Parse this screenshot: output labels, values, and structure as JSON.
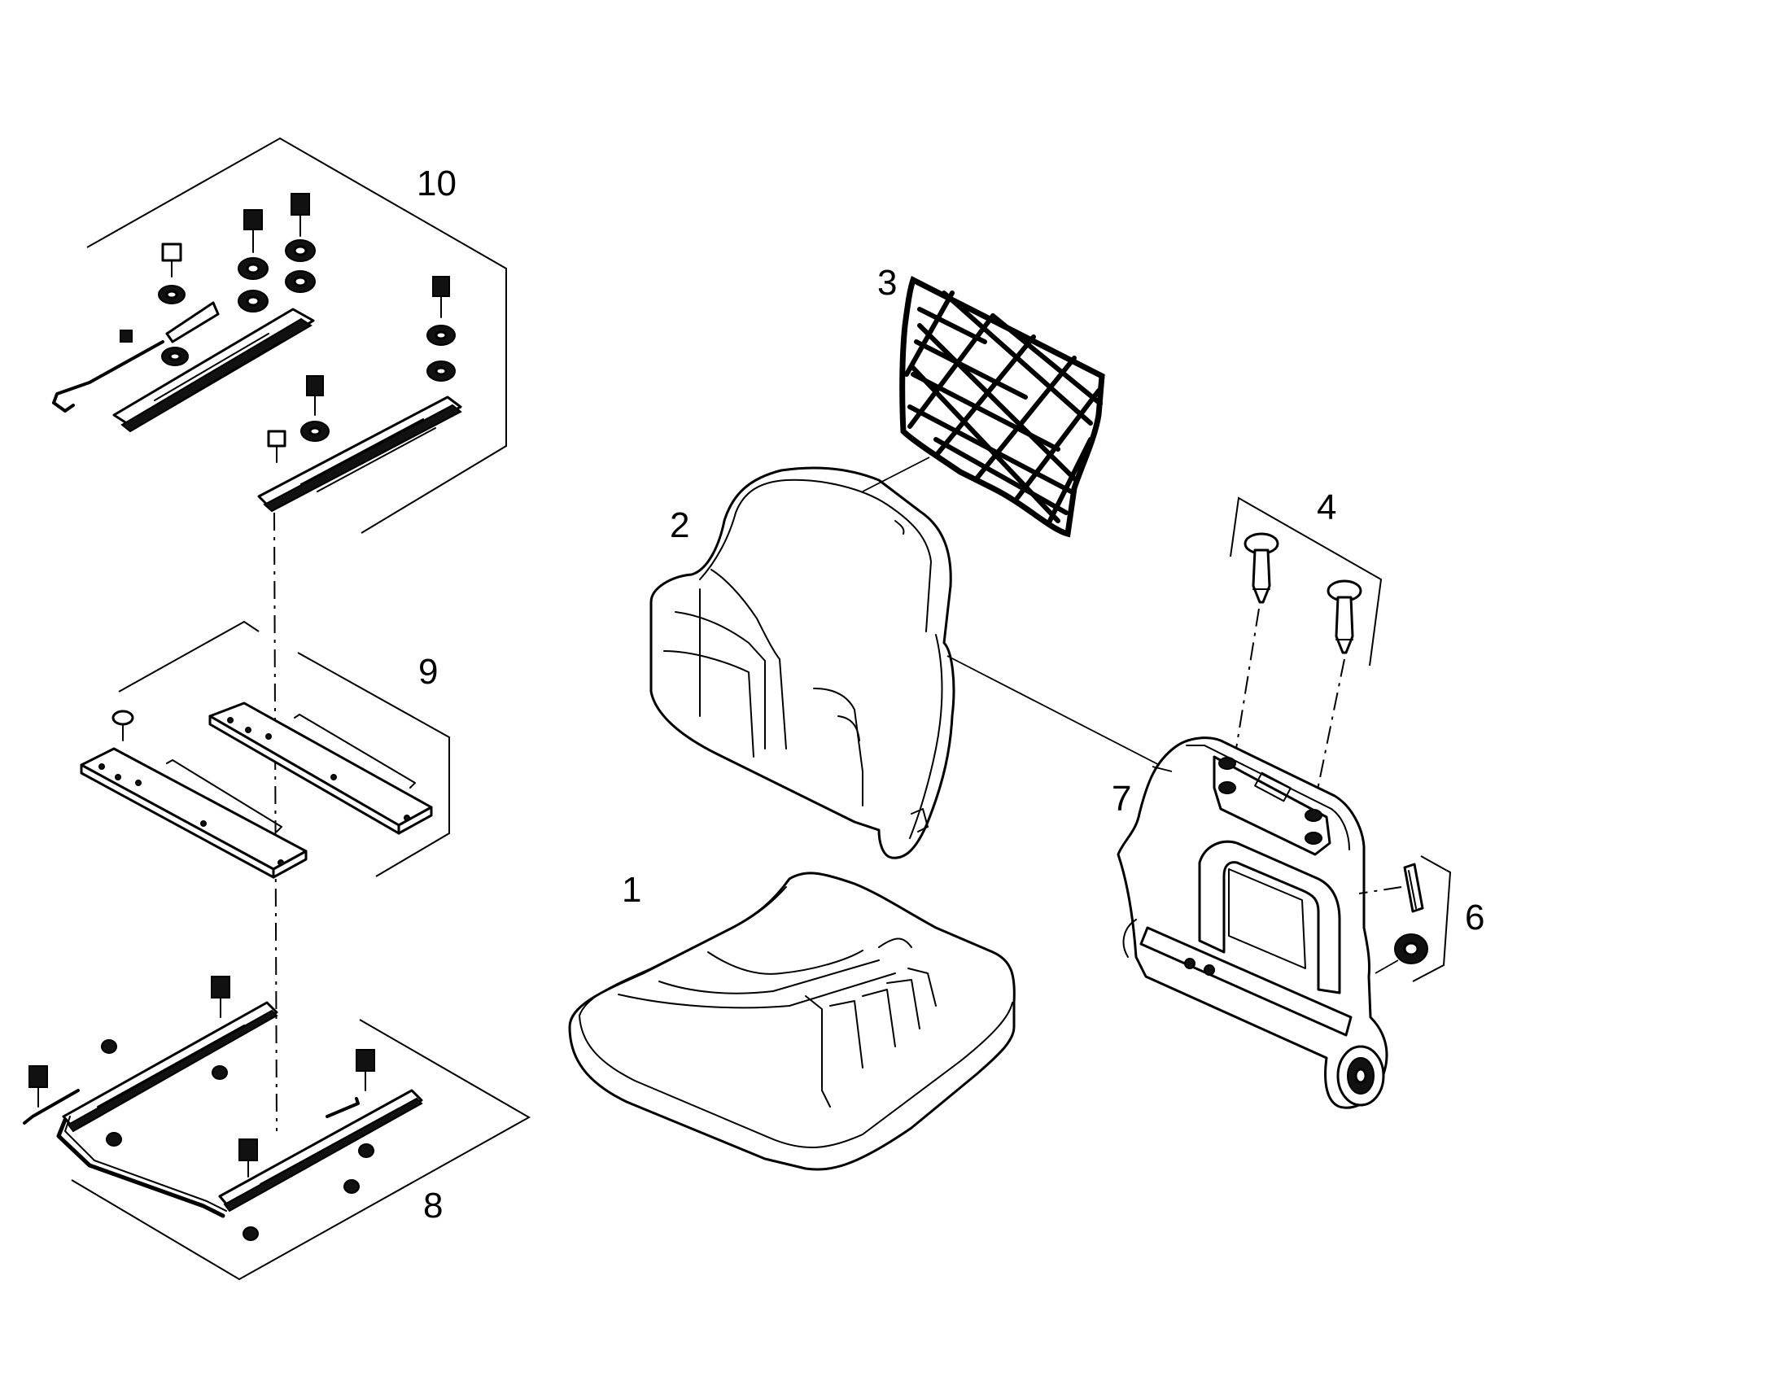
{
  "callouts": {
    "c1": "1",
    "c2": "2",
    "c3": "3",
    "c4": "4",
    "c6": "6",
    "c7": "7",
    "c8": "8",
    "c9": "9",
    "c10": "10"
  }
}
